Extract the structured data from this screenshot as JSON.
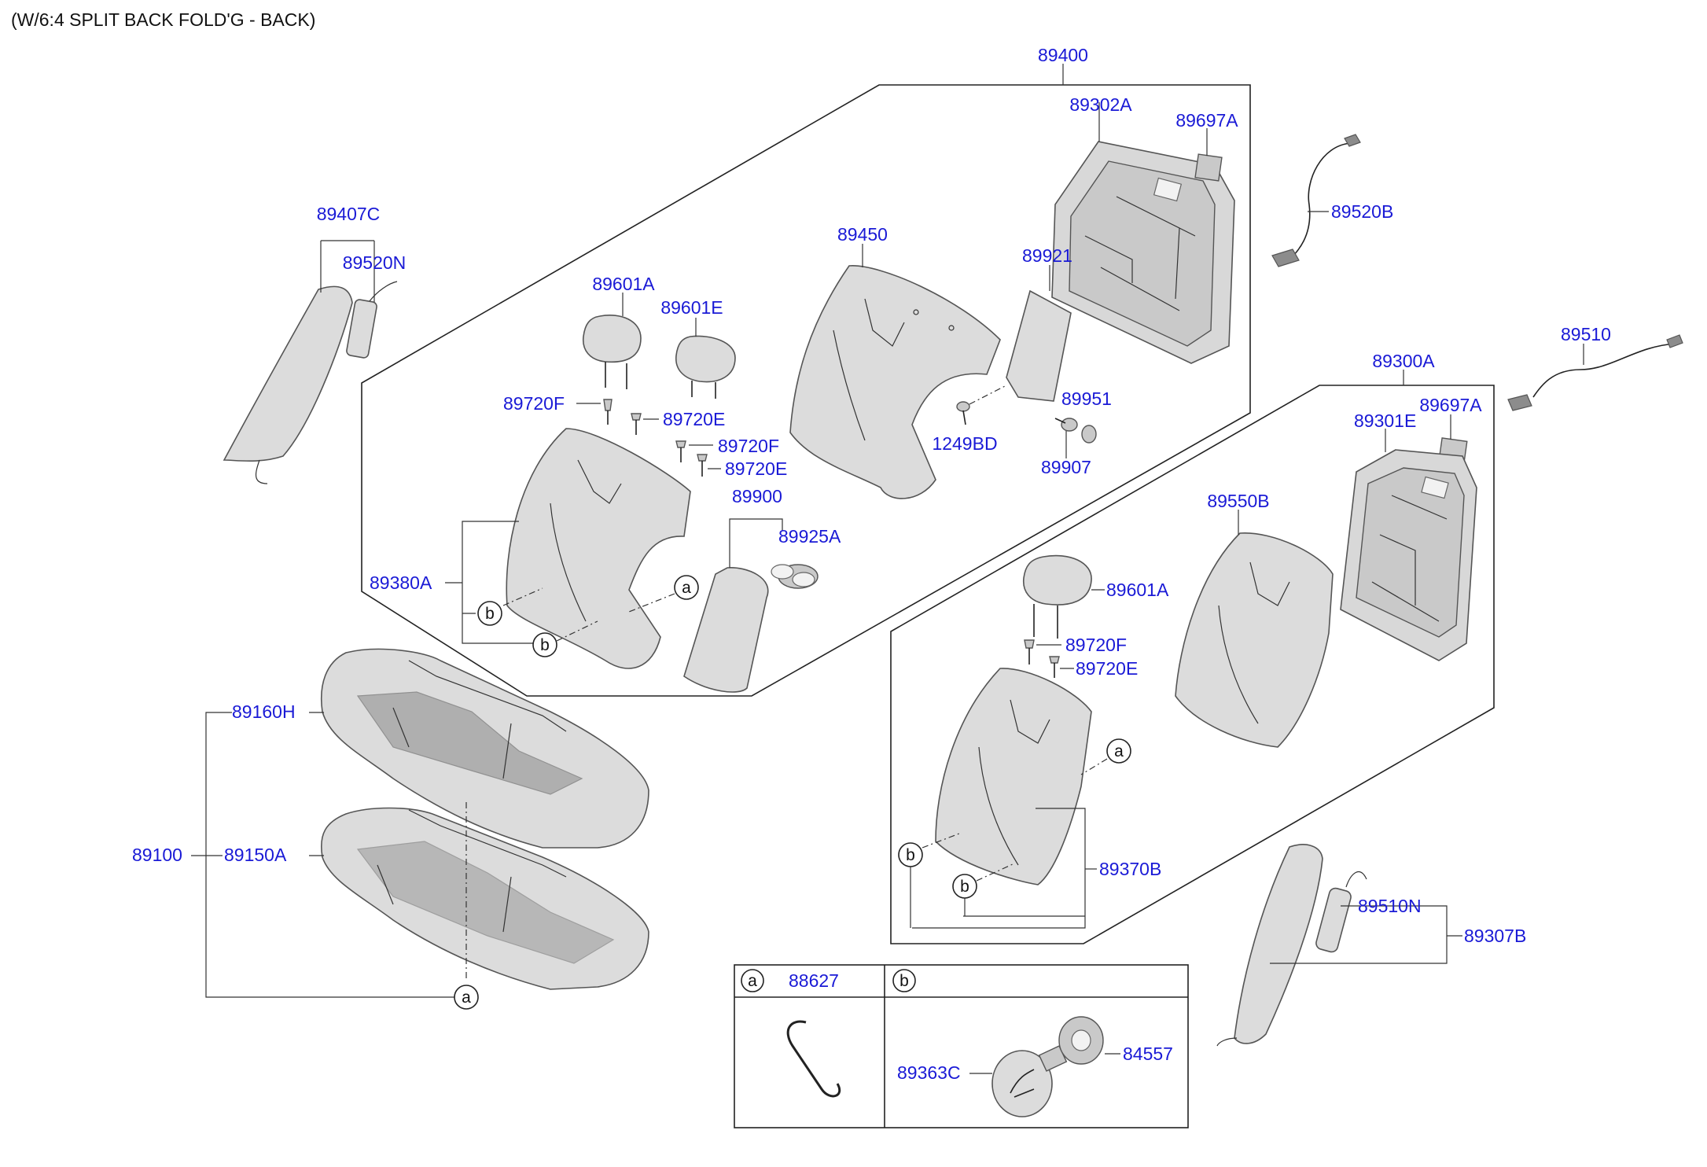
{
  "title": "(W/6:4 SPLIT BACK FOLD'G - BACK)",
  "colors": {
    "label": "#1a1ad6",
    "line": "#222222",
    "part": "#dcdcdc"
  },
  "labels": {
    "p89400": "89400",
    "p89302A": "89302A",
    "p89697A_1": "89697A",
    "p89520B": "89520B",
    "p89407C": "89407C",
    "p89520N": "89520N",
    "p89450": "89450",
    "p89921": "89921",
    "p89601A_1": "89601A",
    "p89601E": "89601E",
    "p89720F_1": "89720F",
    "p89720E_1": "89720E",
    "p89720F_2": "89720F",
    "p89720E_2": "89720E",
    "p1249BD": "1249BD",
    "p89951": "89951",
    "p89907": "89907",
    "p89900": "89900",
    "p89925A": "89925A",
    "p89380A": "89380A",
    "p89510": "89510",
    "p89300A": "89300A",
    "p89697A_2": "89697A",
    "p89301E": "89301E",
    "p89550B": "89550B",
    "p89601A_2": "89601A",
    "p89720F_3": "89720F",
    "p89720E_3": "89720E",
    "p89370B": "89370B",
    "p89160H": "89160H",
    "p89100": "89100",
    "p89150A": "89150A",
    "p89510N": "89510N",
    "p89307B": "89307B"
  },
  "callouts": {
    "a": "a",
    "b": "b"
  },
  "legend": {
    "col_a": {
      "key": "a",
      "part": "88627"
    },
    "col_b": {
      "key": "b",
      "part_left": "89363C",
      "part_right": "84557"
    }
  }
}
